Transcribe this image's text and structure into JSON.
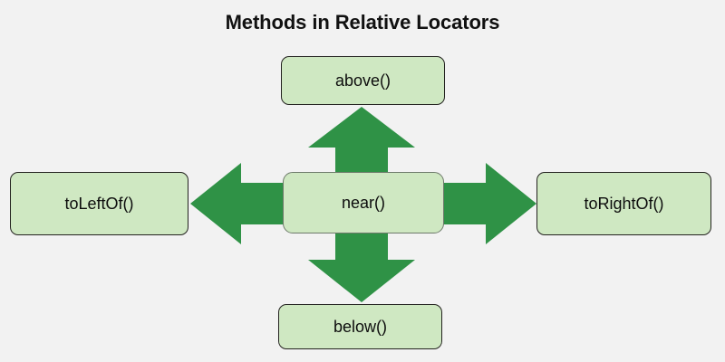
{
  "title": "Methods in Relative Locators",
  "colors": {
    "background": "#f2f2f2",
    "node_fill": "#cfe8c2",
    "node_border": "#23221f",
    "center_node_border": "#6e7a6b",
    "arrow_fill": "#2f9246",
    "title_text": "#111111",
    "node_text": "#0d0d0d"
  },
  "diagram": {
    "type": "radial-relationship",
    "center": {
      "label": "near()"
    },
    "nodes": [
      {
        "id": "above",
        "label": "above()",
        "position": "top"
      },
      {
        "id": "toLeftOf",
        "label": "toLeftOf()",
        "position": "left"
      },
      {
        "id": "toRightOf",
        "label": "toRightOf()",
        "position": "right"
      },
      {
        "id": "below",
        "label": "below()",
        "position": "bottom"
      }
    ],
    "arrows": [
      {
        "id": "arrow-up",
        "direction": "up",
        "from": "near()",
        "to": "above()"
      },
      {
        "id": "arrow-down",
        "direction": "down",
        "from": "near()",
        "to": "below()"
      },
      {
        "id": "arrow-left",
        "direction": "left",
        "from": "near()",
        "to": "toLeftOf()"
      },
      {
        "id": "arrow-right",
        "direction": "right",
        "from": "near()",
        "to": "toRightOf()"
      }
    ]
  }
}
